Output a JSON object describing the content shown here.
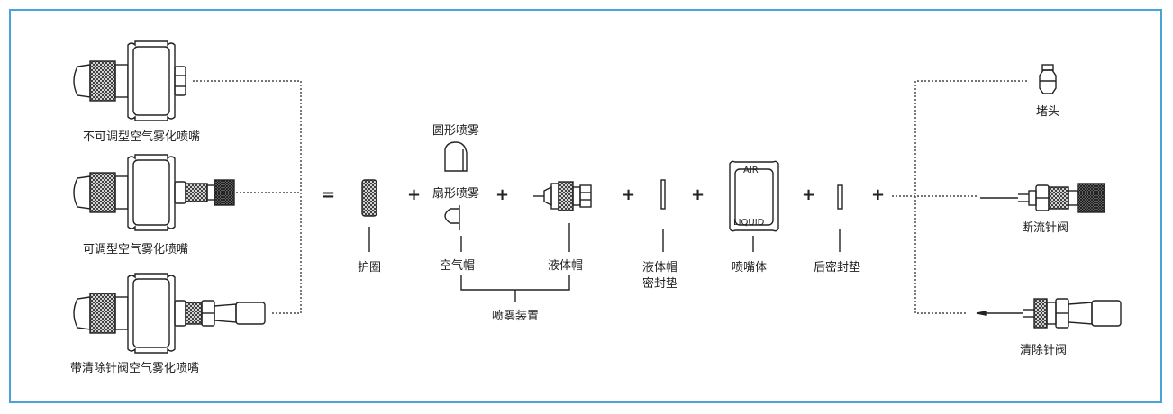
{
  "nozzles": {
    "fixed": "不可调型空气雾化喷嘴",
    "adjustable": "可调型空气雾化喷嘴",
    "cleanout": "带清除针阀空气雾化喷嘴"
  },
  "operators": {
    "equals": "=",
    "plus": "+"
  },
  "parts": {
    "guard_ring": "护圈",
    "round_spray": "圆形喷雾",
    "fan_spray": "扇形喷雾",
    "air_cap": "空气帽",
    "fluid_cap": "液体帽",
    "spray_setup": "喷雾装置",
    "fluid_cap_gasket_line1": "液体帽",
    "fluid_cap_gasket_line2": "密封垫",
    "nozzle_body": "喷嘴体",
    "body_air_text": "AIR",
    "body_liquid_text": "LIQUID",
    "back_gasket": "后密封垫"
  },
  "options": {
    "plug": "堵头",
    "shutoff_needle": "断流针阀",
    "cleanout_needle": "清除针阀"
  },
  "colors": {
    "border": "#4aa3d8",
    "line": "#222222"
  }
}
